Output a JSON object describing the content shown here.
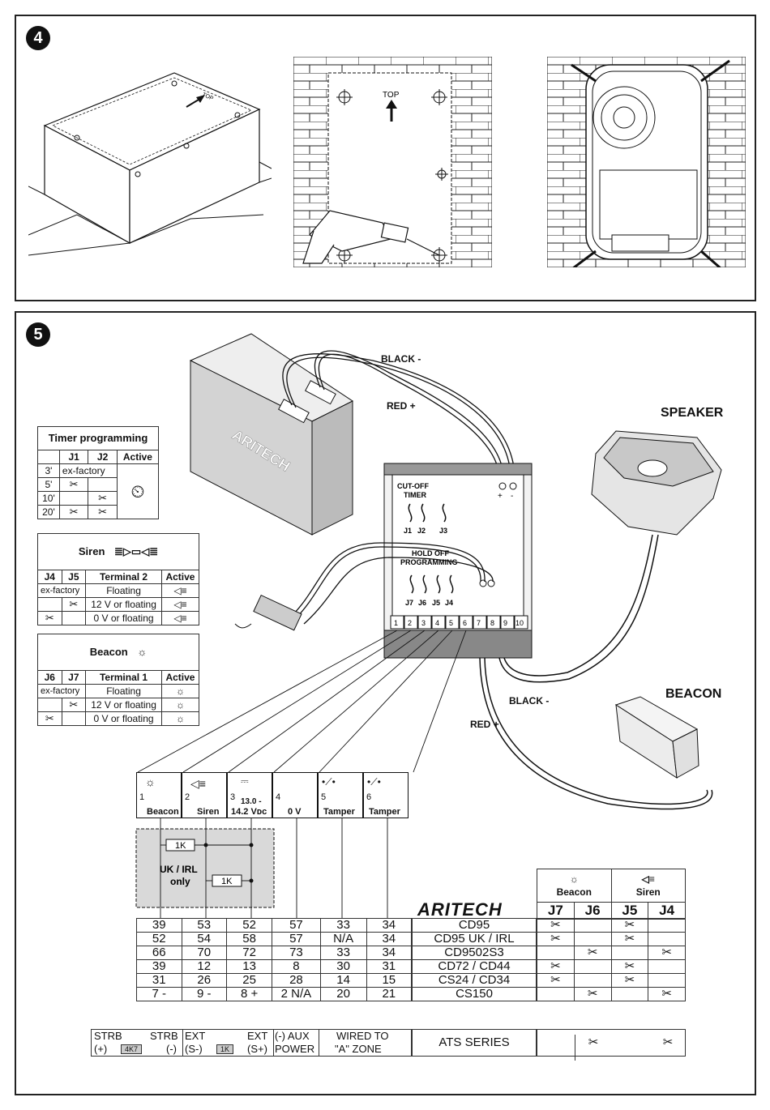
{
  "step4": {
    "badge": "4",
    "top_label": "TOP",
    "box_top_label": "TOP"
  },
  "step5": {
    "badge": "5",
    "wire_labels": {
      "black_top": "BLACK -",
      "red_top": "RED +",
      "black_bottom": "BLACK -",
      "red_bottom": "RED +"
    },
    "speaker_label": "SPEAKER",
    "beacon_label": "BEACON",
    "battery_brand": "ARITECH",
    "board": {
      "cutoff_title": "CUT-OFF",
      "cutoff_title2": "TIMER",
      "holdoff_title": "HOLD OFF",
      "holdoff_title2": "PROGRAMMING",
      "jumpers_top": [
        "J1",
        "J2",
        "J3"
      ],
      "jumpers_bottom": [
        "J7",
        "J6",
        "J5",
        "J4"
      ],
      "terminals": [
        "1",
        "2",
        "3",
        "4",
        "5",
        "6",
        "7",
        "8",
        "9",
        "10"
      ],
      "plus": "+",
      "minus": "-"
    },
    "timer_table": {
      "title": "Timer programming",
      "headers": [
        "J1",
        "J2",
        "Active"
      ],
      "rows": [
        {
          "time": "3'",
          "j1": "ex-factory",
          "j2": ""
        },
        {
          "time": "5'",
          "j1": "✂",
          "j2": ""
        },
        {
          "time": "10'",
          "j1": "",
          "j2": "✂"
        },
        {
          "time": "20'",
          "j1": "✂",
          "j2": "✂"
        }
      ]
    },
    "siren_table": {
      "title": "Siren",
      "headers": [
        "J4",
        "J5",
        "Terminal 2",
        "Active"
      ],
      "rows": [
        {
          "a": "ex-factory",
          "b": "",
          "t": "Floating"
        },
        {
          "a": "",
          "b": "✂",
          "t": "12 V or floating"
        },
        {
          "a": "✂",
          "b": "",
          "t": "0 V or floating"
        }
      ]
    },
    "beacon_table": {
      "title": "Beacon",
      "headers": [
        "J6",
        "J7",
        "Terminal 1",
        "Active"
      ],
      "rows": [
        {
          "a": "ex-factory",
          "b": "",
          "t": "Floating"
        },
        {
          "a": "",
          "b": "✂",
          "t": "12 V or floating"
        },
        {
          "a": "✂",
          "b": "",
          "t": "0 V or floating"
        }
      ]
    },
    "terminal_boxes": [
      {
        "num": "1",
        "label": "Beacon"
      },
      {
        "num": "2",
        "label": "Siren"
      },
      {
        "num": "3",
        "label": "13.0 - 14.2 Vdc",
        "line1": "13.0  -",
        "line2": "14.2 Vᴅᴄ"
      },
      {
        "num": "4",
        "label": "0 V"
      },
      {
        "num": "5",
        "label": "Tamper"
      },
      {
        "num": "6",
        "label": "Tamper"
      }
    ],
    "uk_box": {
      "label1": "UK / IRL",
      "label2": "only",
      "res1": "1K",
      "res2": "1K"
    },
    "panel_table": {
      "brand": "ARITECH",
      "rows": [
        {
          "vals": [
            "39",
            "53",
            "52",
            "57",
            "33",
            "34"
          ],
          "model": "CD95",
          "j7": "✂",
          "j6": "",
          "j5": "✂",
          "j4": ""
        },
        {
          "vals": [
            "52",
            "54",
            "58",
            "57",
            "N/A",
            "34"
          ],
          "model": "CD95 UK / IRL",
          "j7": "✂",
          "j6": "",
          "j5": "✂",
          "j4": ""
        },
        {
          "vals": [
            "66",
            "70",
            "72",
            "73",
            "33",
            "34"
          ],
          "model": "CD9502S3",
          "j7": "",
          "j6": "✂",
          "j5": "",
          "j4": "✂"
        },
        {
          "vals": [
            "39",
            "12",
            "13",
            "8",
            "30",
            "31"
          ],
          "model": "CD72 / CD44",
          "j7": "✂",
          "j6": "",
          "j5": "✂",
          "j4": ""
        },
        {
          "vals": [
            "31",
            "26",
            "25",
            "28",
            "14",
            "15"
          ],
          "model": "CS24 / CD34",
          "j7": "✂",
          "j6": "",
          "j5": "✂",
          "j4": ""
        },
        {
          "vals": [
            "7 -",
            "9 -",
            "8 +",
            "2  N/A",
            "20",
            "21"
          ],
          "model": "CS150",
          "j7": "",
          "j6": "✂",
          "j5": "",
          "j4": "✂"
        }
      ],
      "ats": {
        "model": "ATS SERIES",
        "strb1": "STRB",
        "strb2": "STRB",
        "strb_plus": "(+)",
        "strb_minus": "(-)",
        "res_strb": "4K7",
        "ext1": "EXT",
        "ext2": "EXT",
        "ext_minus": "(S-)",
        "ext_plus": "(S+)",
        "res_ext": "1K",
        "aux1": "(-)  AUX",
        "aux2": "POWER",
        "wired1": "WIRED TO",
        "wired2": "\"A\" ZONE",
        "j7": "",
        "j6": "✂",
        "j5": "",
        "j4": "✂"
      },
      "col_heads": {
        "beacon": "Beacon",
        "siren": "Siren",
        "j7": "J7",
        "j6": "J6",
        "j5": "J5",
        "j4": "J4"
      }
    }
  }
}
